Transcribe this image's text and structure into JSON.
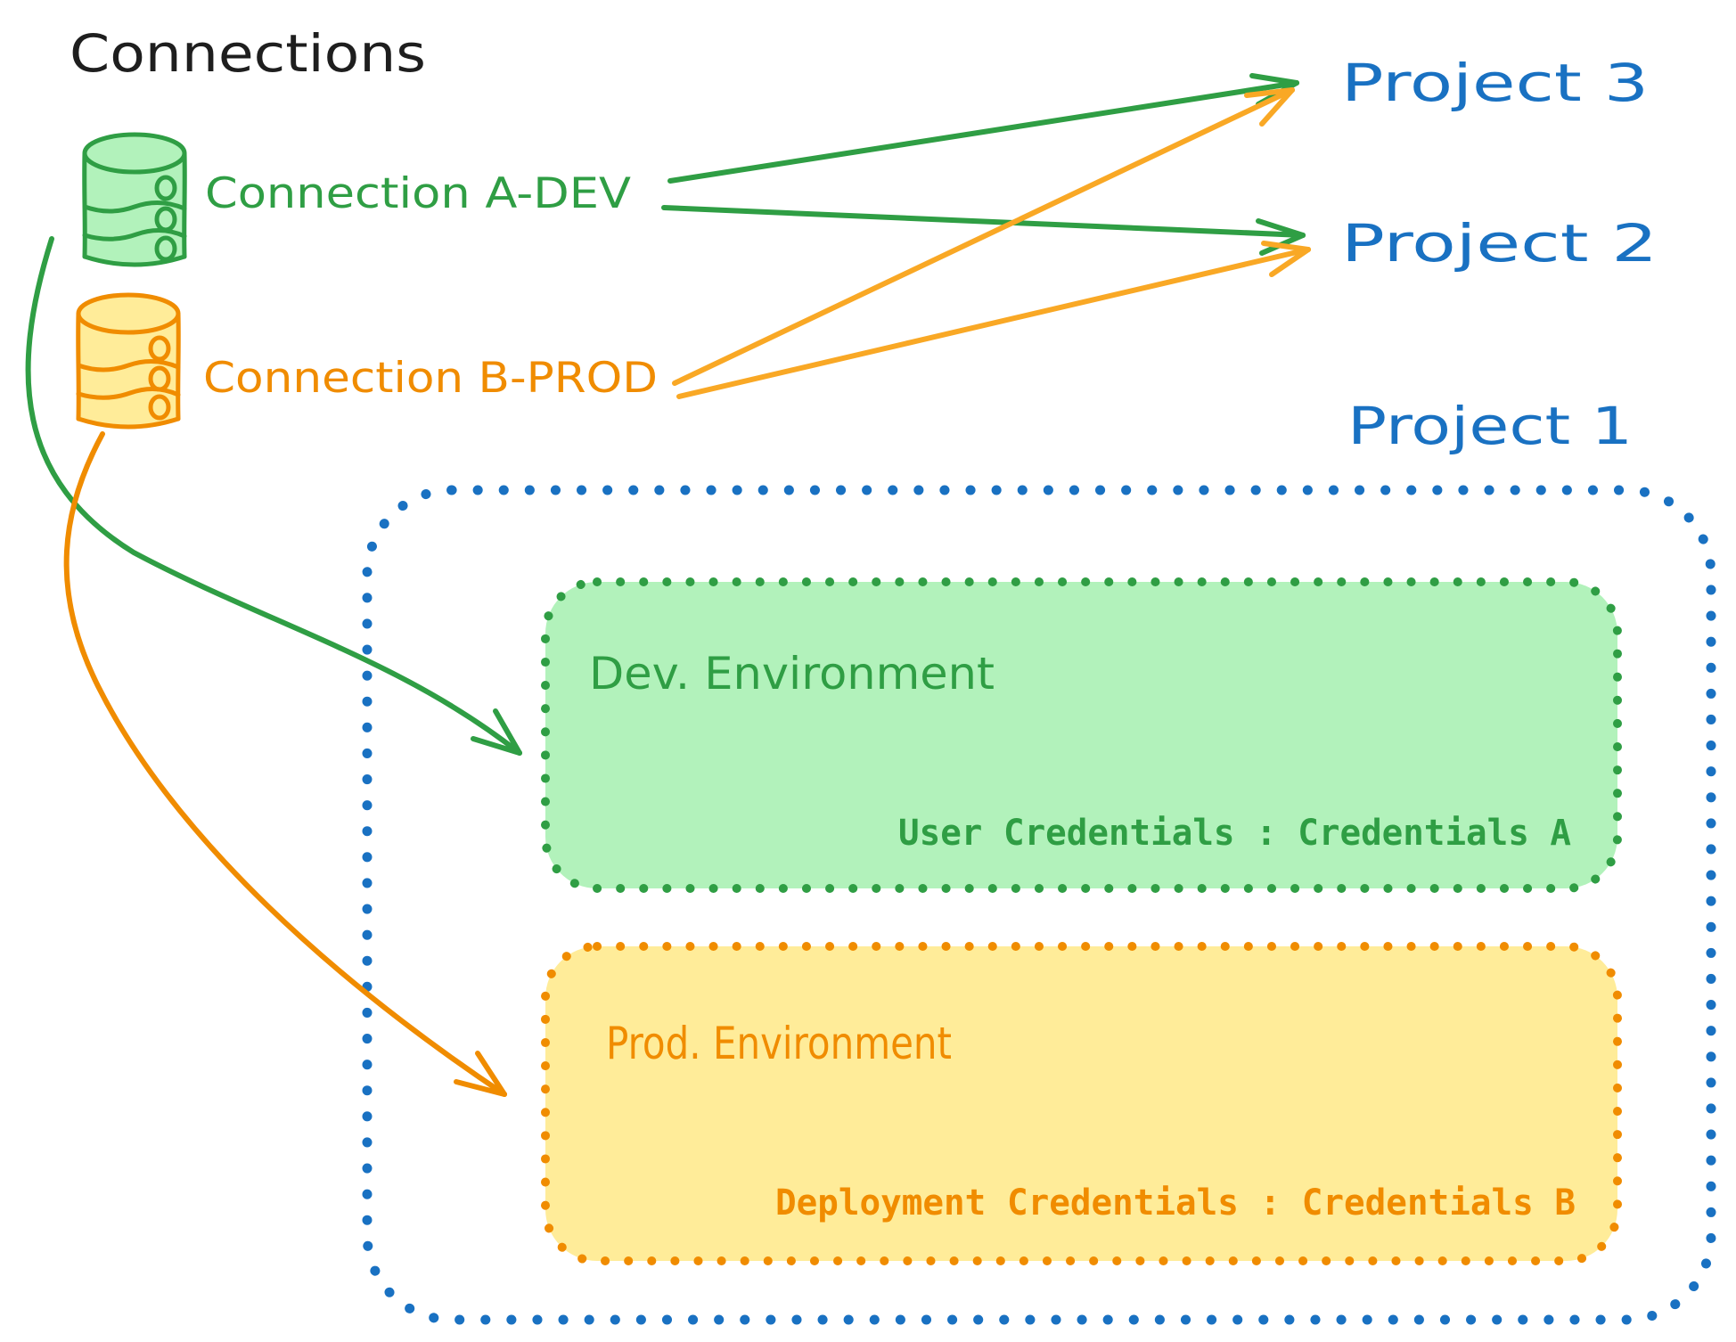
{
  "title": "Connections",
  "colors": {
    "ink": "#1e1e1e",
    "green": "#2f9e44",
    "green_fill": "#b2f2bb",
    "orange": "#f08c00",
    "orange_fill": "#ffec99",
    "blue": "#1971c2",
    "background": "#ffffff"
  },
  "connections": [
    {
      "label": "Connection A-DEV",
      "icon": "database-icon",
      "color": "#2f9e44"
    },
    {
      "label": "Connection B-PROD",
      "icon": "database-icon",
      "color": "#f08c00"
    }
  ],
  "projects": [
    {
      "label": "Project 3"
    },
    {
      "label": "Project 2"
    },
    {
      "label": "Project 1"
    }
  ],
  "project1": {
    "dev_environment": {
      "title": "Dev. Environment",
      "credentials_label": "User Credentials : Credentials A"
    },
    "prod_environment": {
      "title": "Prod. Environment",
      "credentials_label": "Deployment Credentials : Credentials B"
    }
  }
}
